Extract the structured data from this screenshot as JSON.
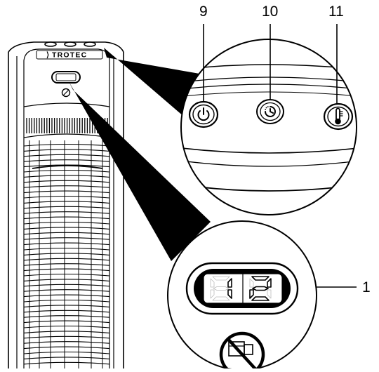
{
  "callouts": {
    "power": "9",
    "timer": "10",
    "temperature": "11",
    "display": "1"
  },
  "brand": "TROTEC",
  "display_reading": "12",
  "icons": [
    "power-icon",
    "timer-icon",
    "thermometer-icon",
    "no-cover-icon"
  ]
}
